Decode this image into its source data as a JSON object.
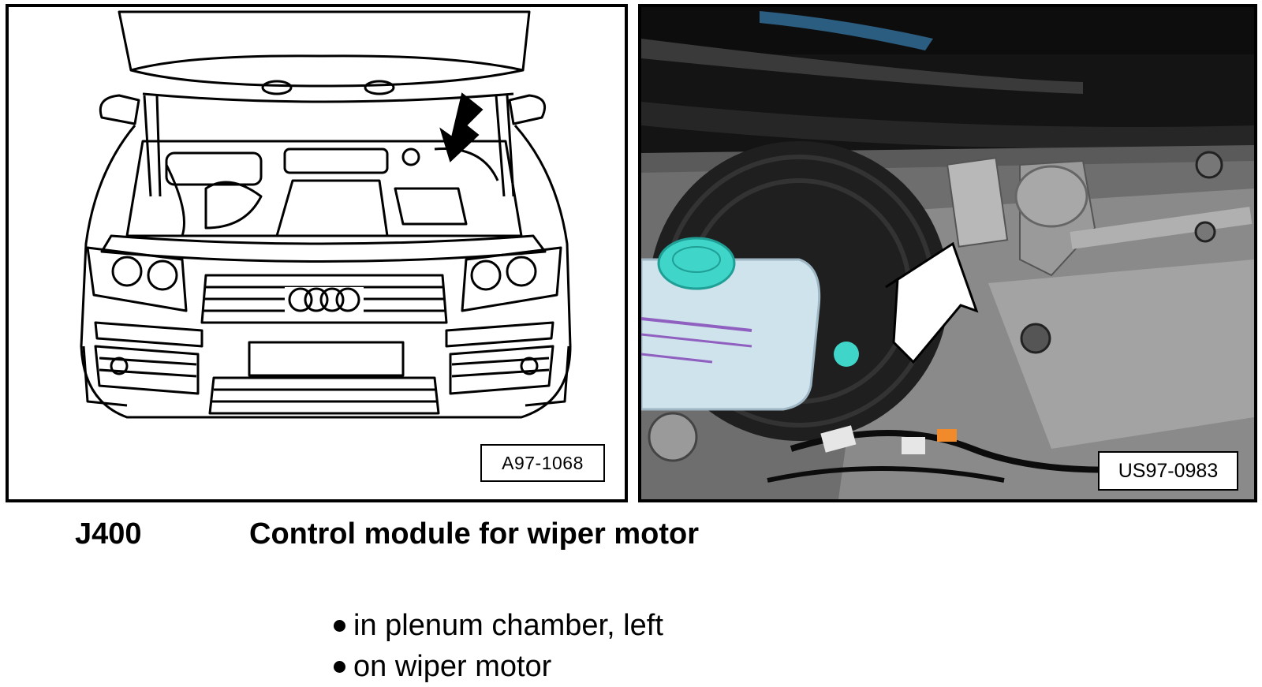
{
  "figures": [
    {
      "label": "A97-1068"
    },
    {
      "label": "US97-0983"
    }
  ],
  "component": {
    "code": "J400",
    "title": "Control module for wiper motor"
  },
  "locations": [
    "in plenum chamber, left",
    "on wiper motor"
  ],
  "colors": {
    "coolant_cap": "#3fd6c9",
    "reservoir": "#cfe3ec",
    "engine_bay_dark": "#1a1a1a",
    "connector_orange": "#f08a2a"
  }
}
